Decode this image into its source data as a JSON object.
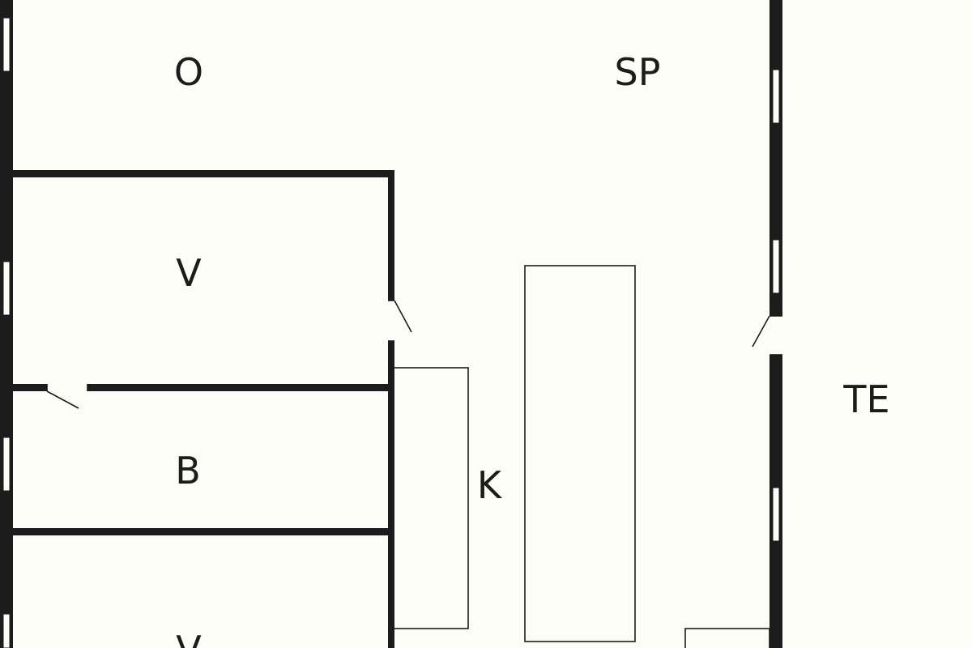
{
  "floorplan": {
    "rooms": [
      {
        "id": "o",
        "label": "O"
      },
      {
        "id": "sp",
        "label": "SP"
      },
      {
        "id": "v1",
        "label": "V"
      },
      {
        "id": "b",
        "label": "B"
      },
      {
        "id": "k",
        "label": "K"
      },
      {
        "id": "te",
        "label": "TE"
      },
      {
        "id": "v2",
        "label": "V"
      }
    ]
  },
  "colors": {
    "wall": "#1c1c1c",
    "background": "#fdfdf7"
  }
}
